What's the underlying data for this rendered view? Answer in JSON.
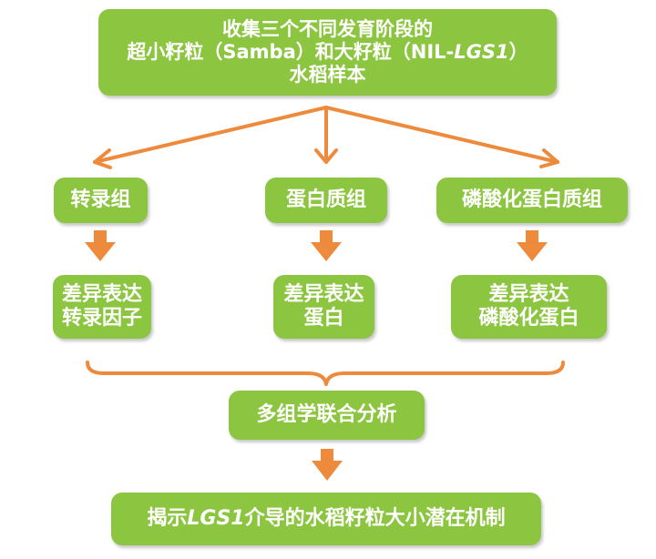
{
  "top_box": {
    "line1": "收集三个不同发育阶段的",
    "line2_pre": "超小籽粒（Samba）和大籽粒（NIL-",
    "line2_gene": "LGS1",
    "line2_post": "）",
    "line3": "水稻样本"
  },
  "omics": [
    {
      "label": "转录组",
      "result_line1": "差异表达",
      "result_line2": "转录因子"
    },
    {
      "label": "蛋白质组",
      "result_line1": "差异表达",
      "result_line2": "蛋白"
    },
    {
      "label": "磷酸化蛋白质组",
      "result_line1": "差异表达",
      "result_line2": "磷酸化蛋白"
    }
  ],
  "integration_box": {
    "label": "多组学联合分析"
  },
  "final_box": {
    "pre": "揭示",
    "gene": "LGS1",
    "post": "介导的水稻籽粒大小潜在机制"
  },
  "colors": {
    "box_fill": "#8cc540",
    "box_text": "#ffffff",
    "arrow": "#ee8a3c"
  }
}
